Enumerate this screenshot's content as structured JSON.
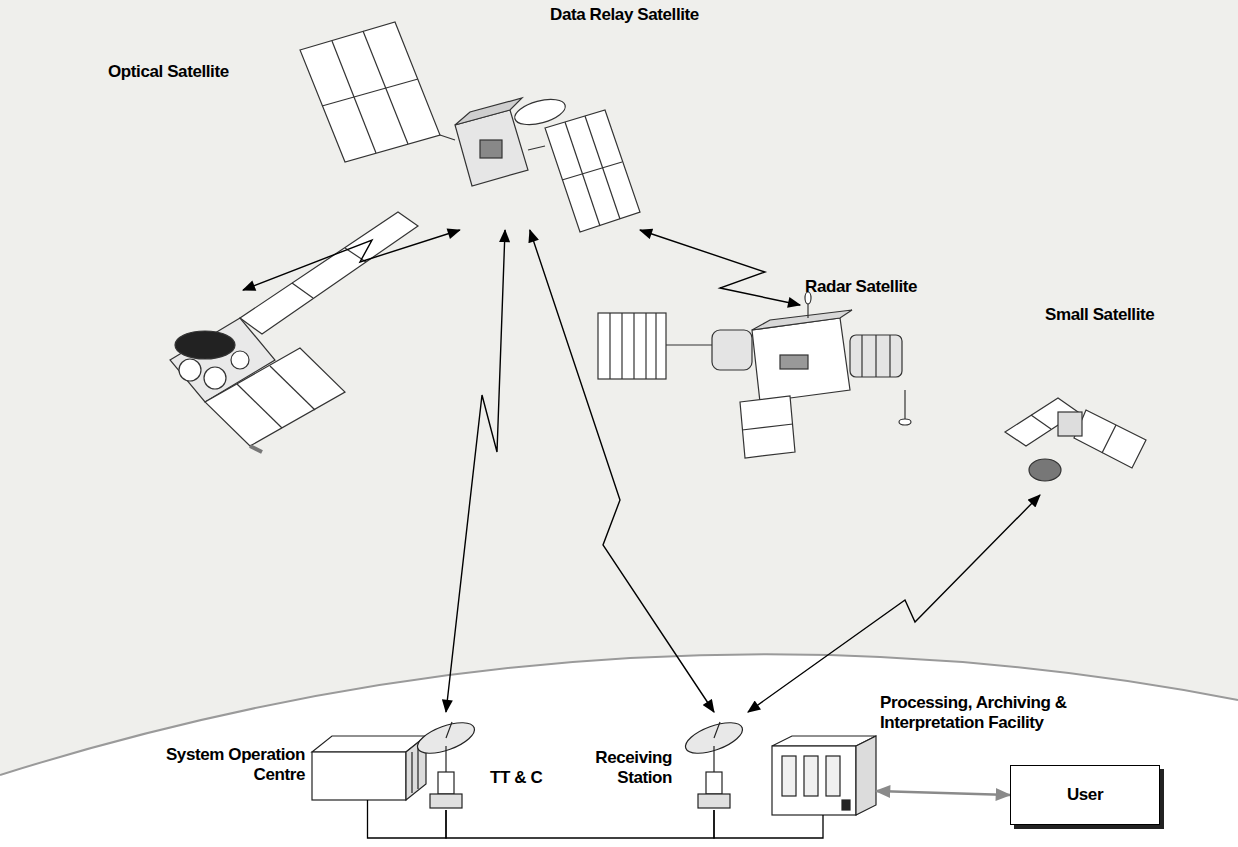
{
  "diagram": {
    "nodes": [
      {
        "text": [
          "Data Relay Satellite"
        ]
      },
      {
        "text": [
          "Optical Satellite"
        ]
      },
      {
        "text": [
          "Radar Satellite"
        ]
      },
      {
        "text": [
          "Small Satellite"
        ]
      },
      {
        "text": [
          "System Operation Centre"
        ]
      },
      {
        "text": [
          "TT & C"
        ]
      },
      {
        "text": [
          "Receiving Station"
        ]
      },
      {
        "text": [
          "Processing, Archiving & Interpretation Facility"
        ]
      },
      {
        "text": [
          "User"
        ]
      }
    ],
    "edges": [
      {
        "from": 1,
        "to": 0,
        "arrow": "both"
      },
      {
        "from": 2,
        "to": 0,
        "arrow": "both"
      },
      {
        "from": 5,
        "to": 0,
        "arrow": "both"
      },
      {
        "from": 6,
        "to": 0,
        "arrow": "both"
      },
      {
        "from": 3,
        "to": 6,
        "arrow": "both"
      },
      {
        "from": 7,
        "to": 8,
        "arrow": "both"
      },
      {
        "from": 4,
        "to": 5,
        "arrow": "none"
      },
      {
        "from": 5,
        "to": 6,
        "arrow": "none"
      },
      {
        "from": 6,
        "to": 7,
        "arrow": "none"
      }
    ]
  }
}
